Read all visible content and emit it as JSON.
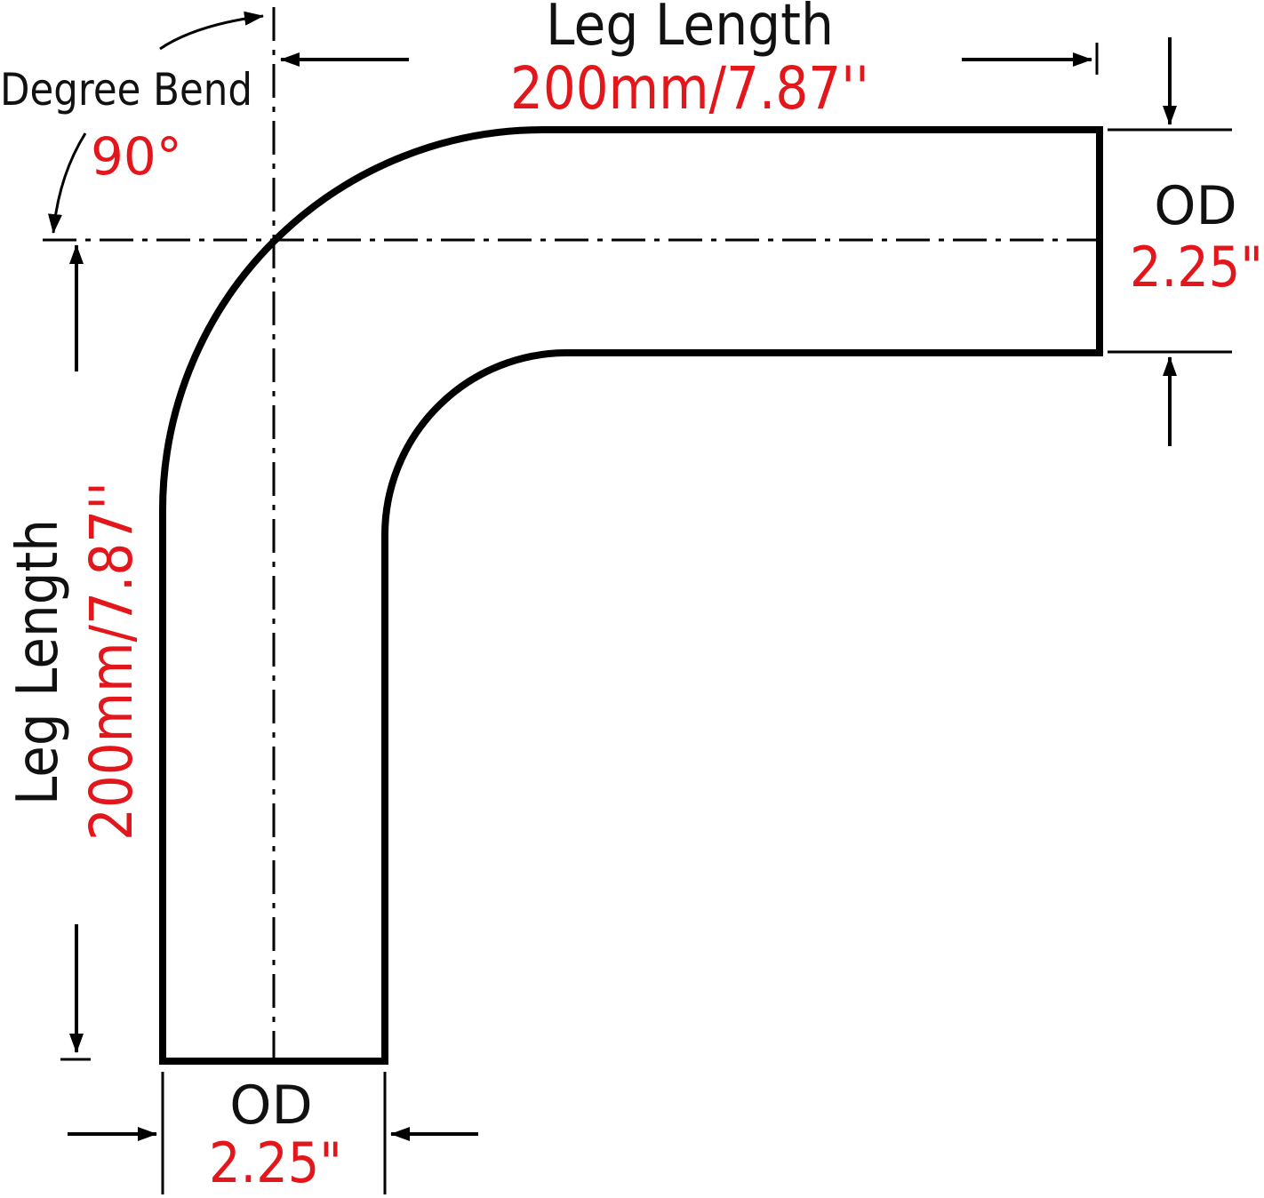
{
  "colors": {
    "line": "#000000",
    "label": "#111111",
    "value": "#e3161b",
    "background": "#ffffff"
  },
  "degree_bend": {
    "label": "Degree Bend",
    "value": "90°"
  },
  "top_leg": {
    "label": "Leg Length",
    "value": "200mm/7.87''"
  },
  "side_leg": {
    "label": "Leg Length",
    "value": "200mm/7.87''"
  },
  "right_od": {
    "label": "OD",
    "value": "2.25\""
  },
  "bottom_od": {
    "label": "OD",
    "value": "2.25\""
  }
}
